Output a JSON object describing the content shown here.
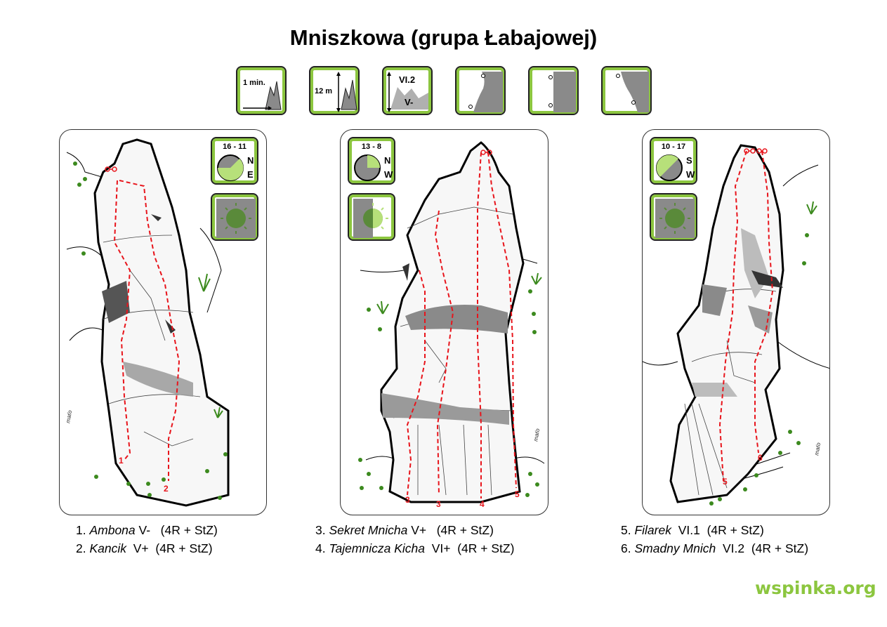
{
  "title": "Mniszkowa (grupa Łabajowej)",
  "icons": {
    "approach_label": "1 min.",
    "height_label": "12 m",
    "grade_max": "VI.2",
    "grade_min": "V-",
    "icon_names": [
      "approach-time-icon",
      "height-icon",
      "grade-range-icon",
      "slab-icon",
      "vertical-wall-icon",
      "overhang-icon"
    ]
  },
  "walls": [
    {
      "hours": "16 - 11",
      "dir1": "N",
      "dir2": "E",
      "routes": [
        {
          "num": "1",
          "name": "Ambona",
          "grade": "V-",
          "gear": "(4R + StZ)"
        },
        {
          "num": "2",
          "name": "Kancik",
          "grade": "V+",
          "gear": "(4R + StZ)"
        }
      ]
    },
    {
      "hours": "13 - 8",
      "dir1": "N",
      "dir2": "W",
      "routes": [
        {
          "num": "3",
          "name": "Sekret Mnicha",
          "grade": "V+",
          "gear": "(4R + StZ)"
        },
        {
          "num": "4",
          "name": "Tajemnicza Kicha",
          "grade": "VI+",
          "gear": "(4R + StZ)"
        }
      ]
    },
    {
      "hours": "10 - 17",
      "dir1": "S",
      "dir2": "W",
      "routes": [
        {
          "num": "5",
          "name": "Filarek",
          "grade": "VI.1",
          "gear": "(4R + StZ)"
        },
        {
          "num": "6",
          "name": "Smadny Mnich",
          "grade": "VI.2",
          "gear": "(4R + StZ)"
        }
      ]
    }
  ],
  "signature": "maťo",
  "footer": "wspinka.org",
  "colors": {
    "accent_green": "#8cc63f",
    "route_red": "#e8141b",
    "rock_gray": "#8a8a8a"
  }
}
